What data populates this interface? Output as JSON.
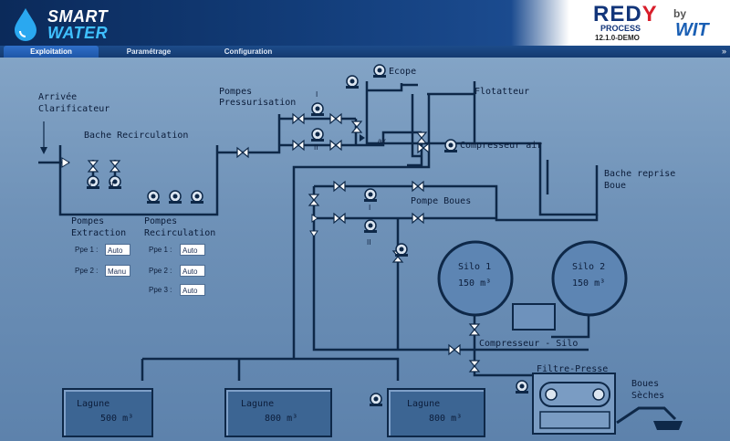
{
  "brand": {
    "line1": "SMART",
    "line2": "WATER",
    "icon": "water-drop-icon"
  },
  "logo_redy": {
    "main": "REDY",
    "sub": "PROCESS",
    "version": "12.1.0-DEMO"
  },
  "logo_wit": {
    "by": "by",
    "name": "WIT"
  },
  "tabs": [
    {
      "label": "Exploitation",
      "active": true
    },
    {
      "label": "Paramétrage",
      "active": false
    },
    {
      "label": "Configuration",
      "active": false
    }
  ],
  "tab_scroll": "»",
  "diagram": {
    "arrivee": "Arrivée",
    "clarificateur": "Clarificateur",
    "bache_recirc": "Bache Recirculation",
    "pompes_press1": "Pompes",
    "pompes_press2": "Pressurisation",
    "ecope": "Ecope",
    "flottateur": "Flotatteur",
    "compresseur_air": "Compresseur air",
    "air": "air",
    "bache_reprise1": "Bache reprise",
    "bache_reprise2": "Boue",
    "pompe_boues": "Pompe Boues",
    "pompes_extraction1": "Pompes",
    "pompes_extraction2": "Extraction",
    "pompes_recirc1": "Pompes",
    "pompes_recirc2": "Recirculation",
    "silo1_name": "Silo 1",
    "silo1_cap": "150 m³",
    "silo2_name": "Silo 2",
    "silo2_cap": "150 m³",
    "compresseur_silo": "Compresseur - Silo",
    "filtre_presse": "Filtre-Presse",
    "boues_seches1": "Boues",
    "boues_seches2": "Sèches",
    "numerals": {
      "I": "I",
      "II": "II"
    }
  },
  "extraction_fields": [
    {
      "label": "Ppe 1 :",
      "value": "Auto"
    },
    {
      "label": "Ppe 2 :",
      "value": "Manu"
    }
  ],
  "recirc_fields": [
    {
      "label": "Ppe 1 :",
      "value": "Auto"
    },
    {
      "label": "Ppe 2 :",
      "value": "Auto"
    },
    {
      "label": "Ppe 3 :",
      "value": "Auto"
    }
  ],
  "lagunes": [
    {
      "name": "Lagune",
      "capacity": "500 m³"
    },
    {
      "name": "Lagune",
      "capacity": "800 m³"
    },
    {
      "name": "Lagune",
      "capacity": "800 m³"
    }
  ],
  "colors": {
    "pipe": "#0e2848",
    "tank": "#f2f6fb",
    "silo": "#5d85b3",
    "valve_white": "#ffffff"
  }
}
